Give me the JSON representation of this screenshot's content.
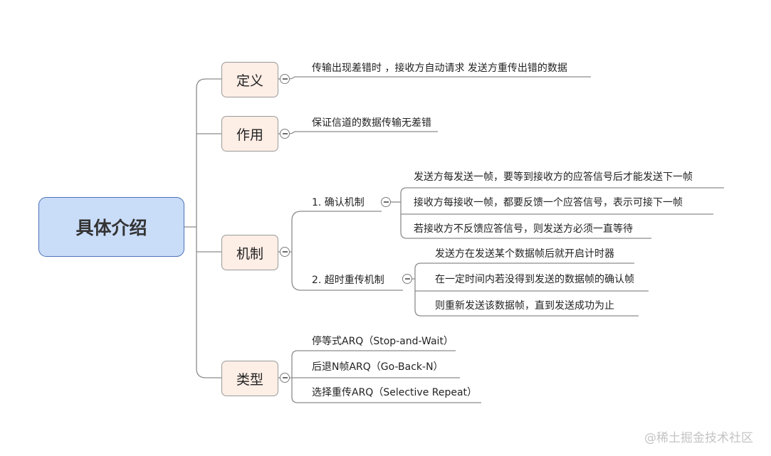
{
  "root": {
    "label": "具体介绍"
  },
  "branches": [
    {
      "label": "定义",
      "items": [
        {
          "text": "传输出现差错时 ，接收方自动请求 发送方重传出错的数据"
        }
      ]
    },
    {
      "label": "作用",
      "items": [
        {
          "text": "保证信道的数据传输无差错"
        }
      ]
    },
    {
      "label": "机制",
      "items": [
        {
          "text": "1. 确认机制",
          "children": [
            "发送方每发送一帧，要等到接收方的应答信号后才能发送下一帧",
            "接收方每接收一帧，都要反馈一个应答信号，表示可接下一帧",
            "若接收方不反馈应答信号，则发送方必须一直等待"
          ]
        },
        {
          "text": "2. 超时重传机制",
          "children": [
            "发送方在发送某个数据帧后就开启计时器",
            "在一定时间内若没得到发送的数据帧的确认帧",
            "则重新发送该数据帧，直到发送成功为止"
          ]
        }
      ]
    },
    {
      "label": "类型",
      "items": [
        {
          "text": "停等式ARQ（Stop-and-Wait）"
        },
        {
          "text": "后退N帧ARQ（Go-Back-N）"
        },
        {
          "text": "选择重传ARQ（Selective Repeat）"
        }
      ]
    }
  ],
  "watermark": "@稀土掘金技术社区"
}
